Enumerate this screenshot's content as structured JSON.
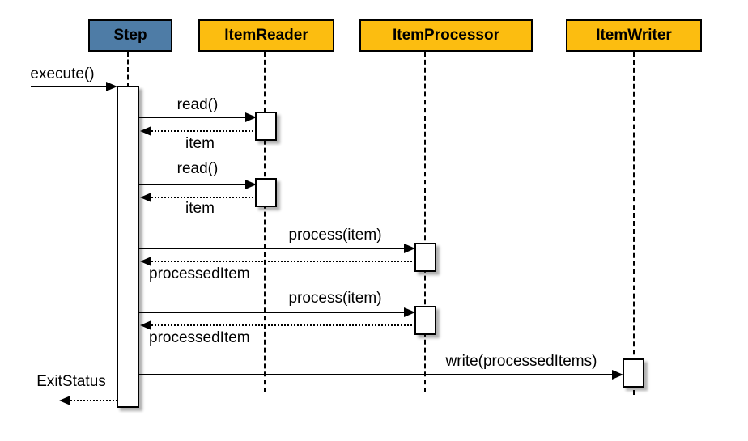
{
  "diagram": {
    "type": "uml-sequence",
    "participants": [
      {
        "name": "Step",
        "fill": "#4E7CA6"
      },
      {
        "name": "ItemReader",
        "fill": "#FCBD10"
      },
      {
        "name": "ItemProcessor",
        "fill": "#FCBD10"
      },
      {
        "name": "ItemWriter",
        "fill": "#FCBD10"
      }
    ],
    "messages": [
      {
        "label": "execute()",
        "from": "caller",
        "to": "Step",
        "style": "sync"
      },
      {
        "label": "read()",
        "from": "Step",
        "to": "ItemReader",
        "style": "sync"
      },
      {
        "label": "item",
        "from": "ItemReader",
        "to": "Step",
        "style": "return"
      },
      {
        "label": "read()",
        "from": "Step",
        "to": "ItemReader",
        "style": "sync"
      },
      {
        "label": "item",
        "from": "ItemReader",
        "to": "Step",
        "style": "return"
      },
      {
        "label": "process(item)",
        "from": "Step",
        "to": "ItemProcessor",
        "style": "sync"
      },
      {
        "label": "processedItem",
        "from": "ItemProcessor",
        "to": "Step",
        "style": "return"
      },
      {
        "label": "process(item)",
        "from": "Step",
        "to": "ItemProcessor",
        "style": "sync"
      },
      {
        "label": "processedItem",
        "from": "ItemProcessor",
        "to": "Step",
        "style": "return"
      },
      {
        "label": "write(processedItems)",
        "from": "Step",
        "to": "ItemWriter",
        "style": "sync"
      },
      {
        "label": "ExitStatus",
        "from": "Step",
        "to": "caller",
        "style": "return"
      }
    ],
    "colors": {
      "step_fill": "#4E7CA6",
      "item_fill": "#FCBD10",
      "border": "#000000",
      "background": "#FFFFFF",
      "shadow_rgba": "rgba(0,0,0,0.30)"
    }
  }
}
